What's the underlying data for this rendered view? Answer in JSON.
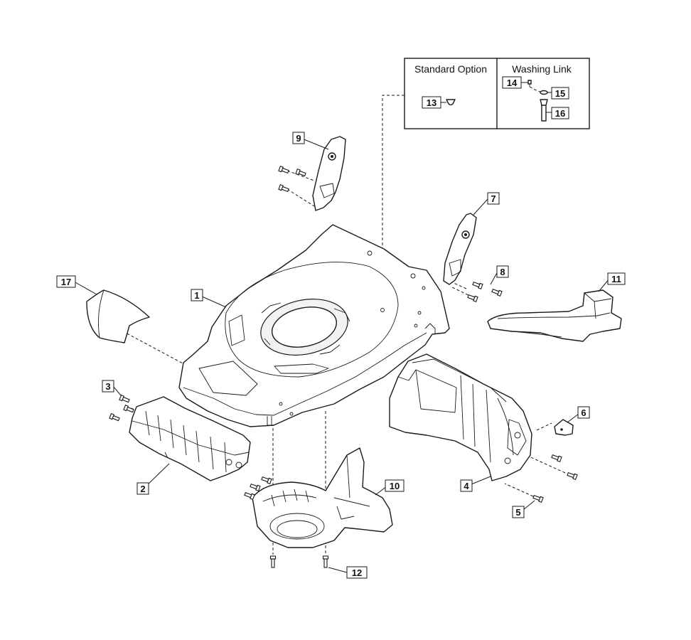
{
  "inset": {
    "standard_option_label": "Standard Option",
    "washing_link_label": "Washing Link"
  },
  "callouts": {
    "c1": "1",
    "c2": "2",
    "c3": "3",
    "c4": "4",
    "c5": "5",
    "c6": "6",
    "c7": "7",
    "c8": "8",
    "c9": "9",
    "c10": "10",
    "c11": "11",
    "c12": "12",
    "c13": "13",
    "c14": "14",
    "c15": "15",
    "c16": "16",
    "c17": "17"
  }
}
